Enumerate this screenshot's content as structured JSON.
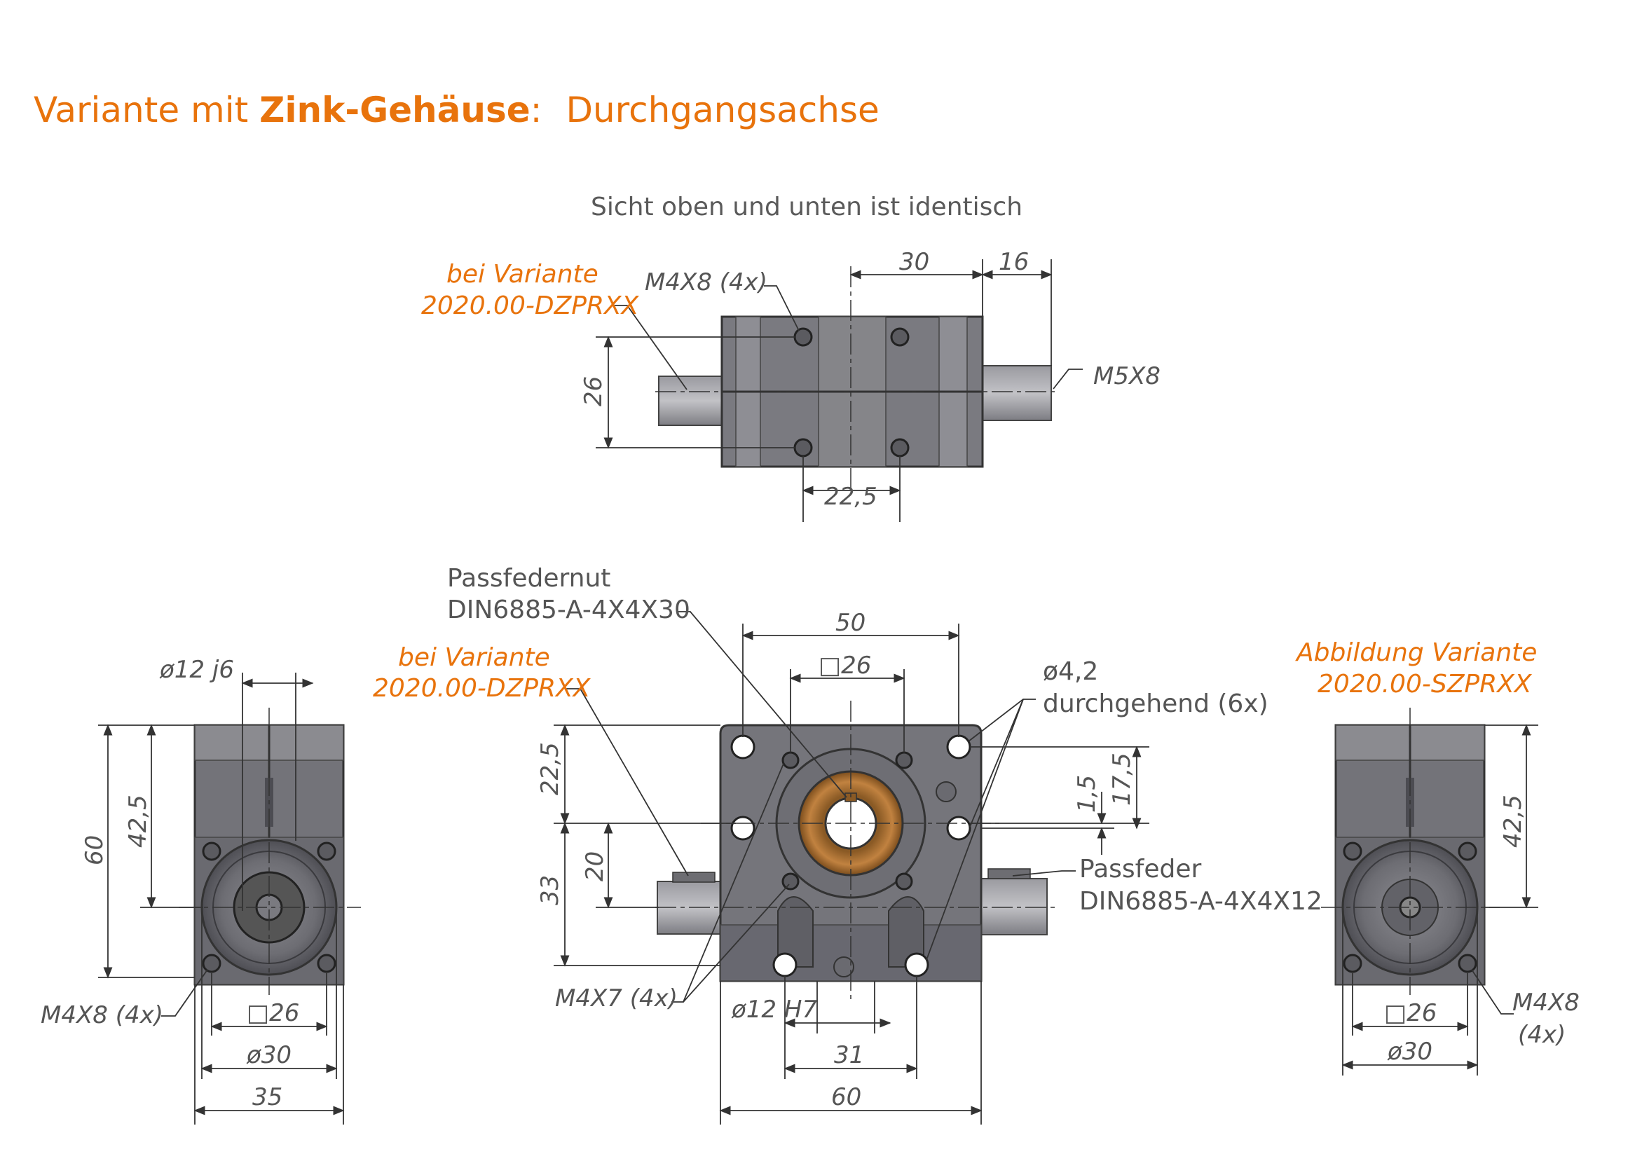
{
  "header": {
    "title_prefix": "Variante mit",
    "title_bold": "Zink-Gehäuse",
    "title_colon": ":",
    "title_suffix": "Durchgangsachse"
  },
  "top_view": {
    "caption": "Sicht oben und unten ist identisch",
    "variant_note_line1": "bei Variante",
    "variant_note_line2": "2020.00-DZPRXX",
    "thread_top": "M4X8 (4x)",
    "thread_shaft": "M5X8",
    "dim_30": "30",
    "dim_16": "16",
    "dim_26": "26",
    "dim_22_5": "22,5"
  },
  "left_view": {
    "dim_shaft": "ø12 j6",
    "dim_60": "60",
    "dim_42_5": "42,5",
    "thread": "M4X8 (4x)",
    "dim_sq26": "□26",
    "dim_d30": "ø30",
    "dim_35": "35"
  },
  "front_view": {
    "keyway_line1": "Passfedernut",
    "keyway_line2": "DIN6885-A-4X4X30",
    "variant_note_line1": "bei Variante",
    "variant_note_line2": "2020.00-DZPRXX",
    "dim_50": "50",
    "dim_sq26": "□26",
    "hole_line1": "ø4,2",
    "hole_line2": "durchgehend (6x)",
    "dim_22_5": "22,5",
    "dim_20": "20",
    "dim_33": "33",
    "dim_1_5": "1,5",
    "dim_17_5": "17,5",
    "key_line1": "Passfeder",
    "key_line2": "DIN6885-A-4X4X12",
    "thread": "M4X7 (4x)",
    "bore": "ø12 H7",
    "dim_31": "31",
    "dim_60": "60"
  },
  "right_view": {
    "note_line1": "Abbildung Variante",
    "note_line2": "2020.00-SZPRXX",
    "dim_42_5": "42,5",
    "dim_sq26": "□26",
    "dim_d30": "ø30",
    "thread_line1": "M4X8",
    "thread_line2": "(4x)"
  },
  "colors": {
    "accent": "#e8730c",
    "housing": "#6b6b70",
    "bronze": "#b5752e",
    "dimension": "#3c3c3c"
  }
}
